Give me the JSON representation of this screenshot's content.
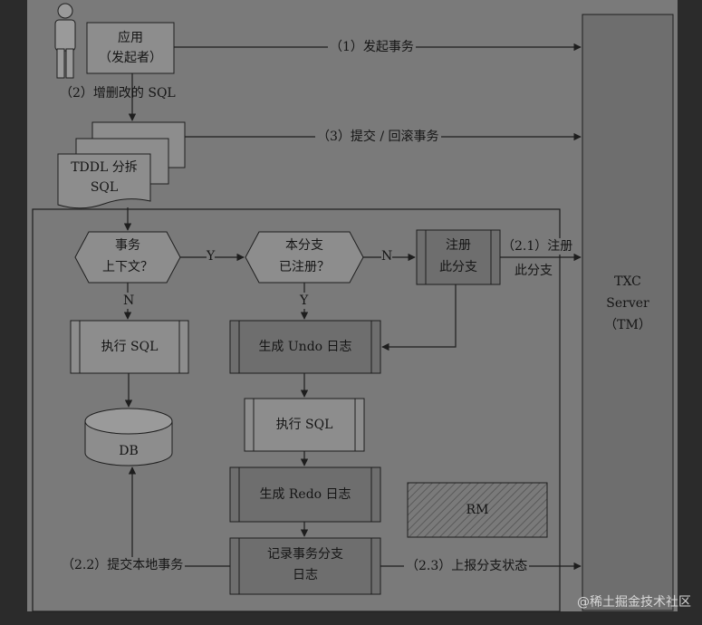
{
  "nodes": {
    "app": "应用",
    "app_sub": "（发起者）",
    "tddl_line1": "TDDL 分拆",
    "tddl_line2": "SQL",
    "ctx_line1": "事务",
    "ctx_line2": "上下文？",
    "reg_line1": "本分支",
    "reg_line2": "已注册？",
    "do_reg_line1": "注册",
    "do_reg_line2": "此分支",
    "exec_left": "执行 SQL",
    "db": "DB",
    "undo": "生成 Undo 日志",
    "exec_mid": "执行 SQL",
    "redo": "生成 Redo 日志",
    "log_line1": "记录事务分支",
    "log_line2": "日志",
    "rm": "RM",
    "txc_line1": "TXC",
    "txc_line2": "Server",
    "txc_line3": "（TM）"
  },
  "edges": {
    "start_tx": "（1）发起事务",
    "sql": "（2）增删改的 SQL",
    "commit_rollback": "（3）提交 / 回滚事务",
    "yes": "Y",
    "no": "N",
    "register_line1": "（2.1）注册",
    "register_line2": "此分支",
    "commit_local": "（2.2）提交本地事务",
    "report": "（2.3）上报分支状态"
  },
  "watermark": "@稀土掘金技术社区",
  "colors": {
    "background": "#7a7a7a",
    "box": "#8d8d8d",
    "box_dark": "#6e6e6e",
    "line": "#1e1e1e"
  }
}
